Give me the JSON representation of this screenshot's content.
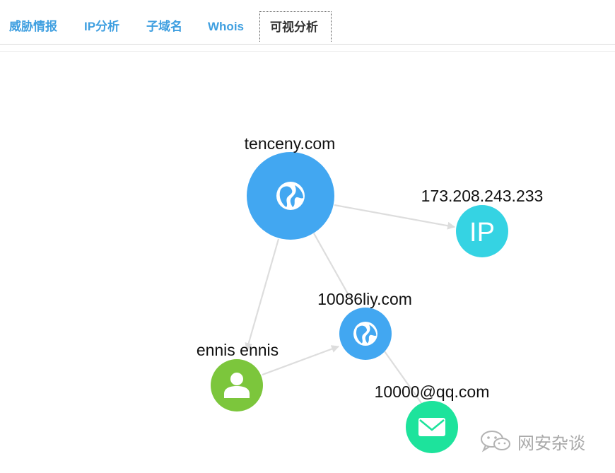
{
  "tabs": [
    {
      "label": "威胁情报",
      "active": false
    },
    {
      "label": "IP分析",
      "active": false
    },
    {
      "label": "子域名",
      "active": false
    },
    {
      "label": "Whois",
      "active": false
    },
    {
      "label": "可视分析",
      "active": true
    }
  ],
  "graph": {
    "nodes": {
      "tenceny": {
        "label": "tenceny.com",
        "icon": "globe-icon",
        "color": "#42a7f1"
      },
      "ip": {
        "label": "173.208.243.233",
        "icon": "ip-icon",
        "icon_text": "IP",
        "color": "#35d3e3"
      },
      "liy": {
        "label": "10086liy.com",
        "icon": "globe-icon",
        "color": "#42a7f1"
      },
      "person": {
        "label": "ennis ennis",
        "icon": "person-icon",
        "color": "#7cc63c"
      },
      "email": {
        "label": "10000@qq.com",
        "icon": "mail-icon",
        "color": "#1de39c"
      }
    },
    "edges": [
      {
        "from": "tenceny",
        "to": "ip"
      },
      {
        "from": "tenceny",
        "to": "liy"
      },
      {
        "from": "tenceny",
        "to": "person"
      },
      {
        "from": "person",
        "to": "liy"
      },
      {
        "from": "liy",
        "to": "email"
      }
    ],
    "edge_color": "#dddddd"
  },
  "watermark": {
    "text": "网安杂谈",
    "icon": "wechat-icon"
  }
}
